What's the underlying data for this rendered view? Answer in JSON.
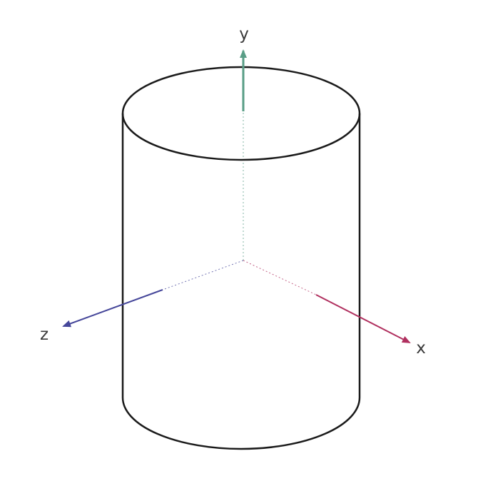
{
  "diagram": {
    "axes": {
      "x": {
        "label": "x",
        "color": "#b0305f"
      },
      "y": {
        "label": "y",
        "color": "#5a9e87"
      },
      "z": {
        "label": "z",
        "color": "#46479a"
      }
    },
    "shape": "cylinder",
    "outline_color": "#1a1a1a"
  }
}
